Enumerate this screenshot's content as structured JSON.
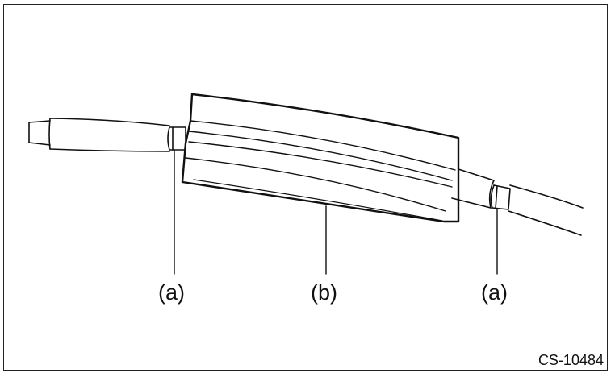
{
  "figure": {
    "labels": {
      "a_left": "(a)",
      "b": "(b)",
      "a_right": "(a)"
    },
    "figure_code": "CS-10484"
  }
}
